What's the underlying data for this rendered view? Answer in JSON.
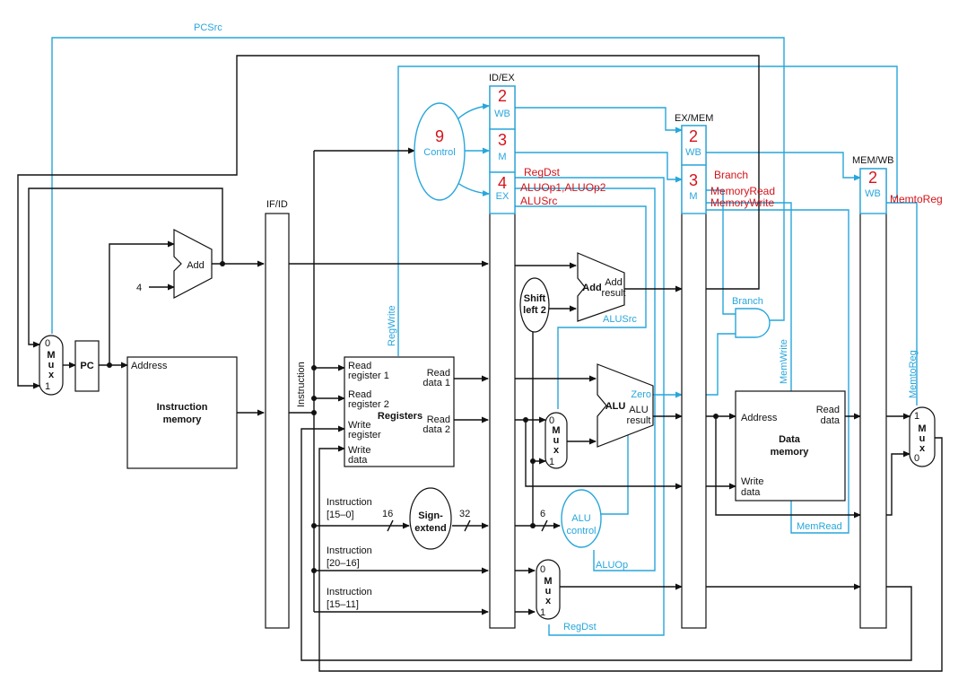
{
  "signals": {
    "pcsrc": "PCSrc",
    "regwrite": "RegWrite",
    "instruction_bus": "Instruction",
    "branch_gate": "Branch",
    "memwrite": "MemWrite",
    "memread": "MemRead",
    "memtoreg": "MemtoReg",
    "alusrc": "ALUSrc",
    "aluop": "ALUOp",
    "regdst": "RegDst",
    "const_four": "4",
    "width_16": "16",
    "width_32": "32",
    "width_6": "6"
  },
  "registers": {
    "ifid": "IF/ID",
    "idex": "ID/EX",
    "exmem": "EX/MEM",
    "memwb": "MEM/WB"
  },
  "fields": {
    "wb": "WB",
    "m": "M",
    "ex": "EX"
  },
  "annotations": {
    "control_count": "9",
    "idex_wb_count": "2",
    "idex_m_count": "3",
    "idex_ex_count": "4",
    "exmem_wb_count": "2",
    "exmem_m_count": "3",
    "memwb_wb_count": "2",
    "regdst": "RegDst",
    "aluop": "ALUOp1,ALUOp2",
    "alusrc": "ALUSrc",
    "branch": "Branch",
    "memread": "MemoryRead",
    "memwrite": "MemoryWrite",
    "memtoreg": "MemtoReg"
  },
  "units": {
    "pc": "PC",
    "add_label": "Add",
    "control": "Control",
    "shift_line1": "Shift",
    "shift_line2": "left 2",
    "add_result_line1": "Add",
    "add_result_line2": "result",
    "alu": "ALU",
    "alu_zero": "Zero",
    "alu_result_line1": "ALU",
    "alu_result_line2": "result",
    "alu_control_line1": "ALU",
    "alu_control_line2": "control",
    "sign_line1": "Sign-",
    "sign_line2": "extend",
    "imem_address": "Address",
    "imem_line1": "Instruction",
    "imem_line2": "memory",
    "dmem_address": "Address",
    "dmem_line1": "Data",
    "dmem_line2": "memory",
    "dmem_read_line1": "Read",
    "dmem_read_line2": "data",
    "dmem_write_line1": "Write",
    "dmem_write_line2": "data"
  },
  "regfile": {
    "title": "Registers",
    "read_reg1_line1": "Read",
    "read_reg1_line2": "register 1",
    "read_reg2_line1": "Read",
    "read_reg2_line2": "register 2",
    "write_reg_line1": "Write",
    "write_reg_line2": "register",
    "write_data_line1": "Write",
    "write_data_line2": "data",
    "read_data1_line1": "Read",
    "read_data1_line2": "data 1",
    "read_data2_line1": "Read",
    "read_data2_line2": "data 2"
  },
  "instr_fields": {
    "f15_0_line1": "Instruction",
    "f15_0_line2": "[15–0]",
    "f20_16_line1": "Instruction",
    "f20_16_line2": "[20–16]",
    "f15_11_line1": "Instruction",
    "f15_11_line2": "[15–11]"
  },
  "mux": {
    "letter_m": "M",
    "letter_u": "u",
    "letter_x": "x",
    "in0": "0",
    "in1": "1"
  }
}
